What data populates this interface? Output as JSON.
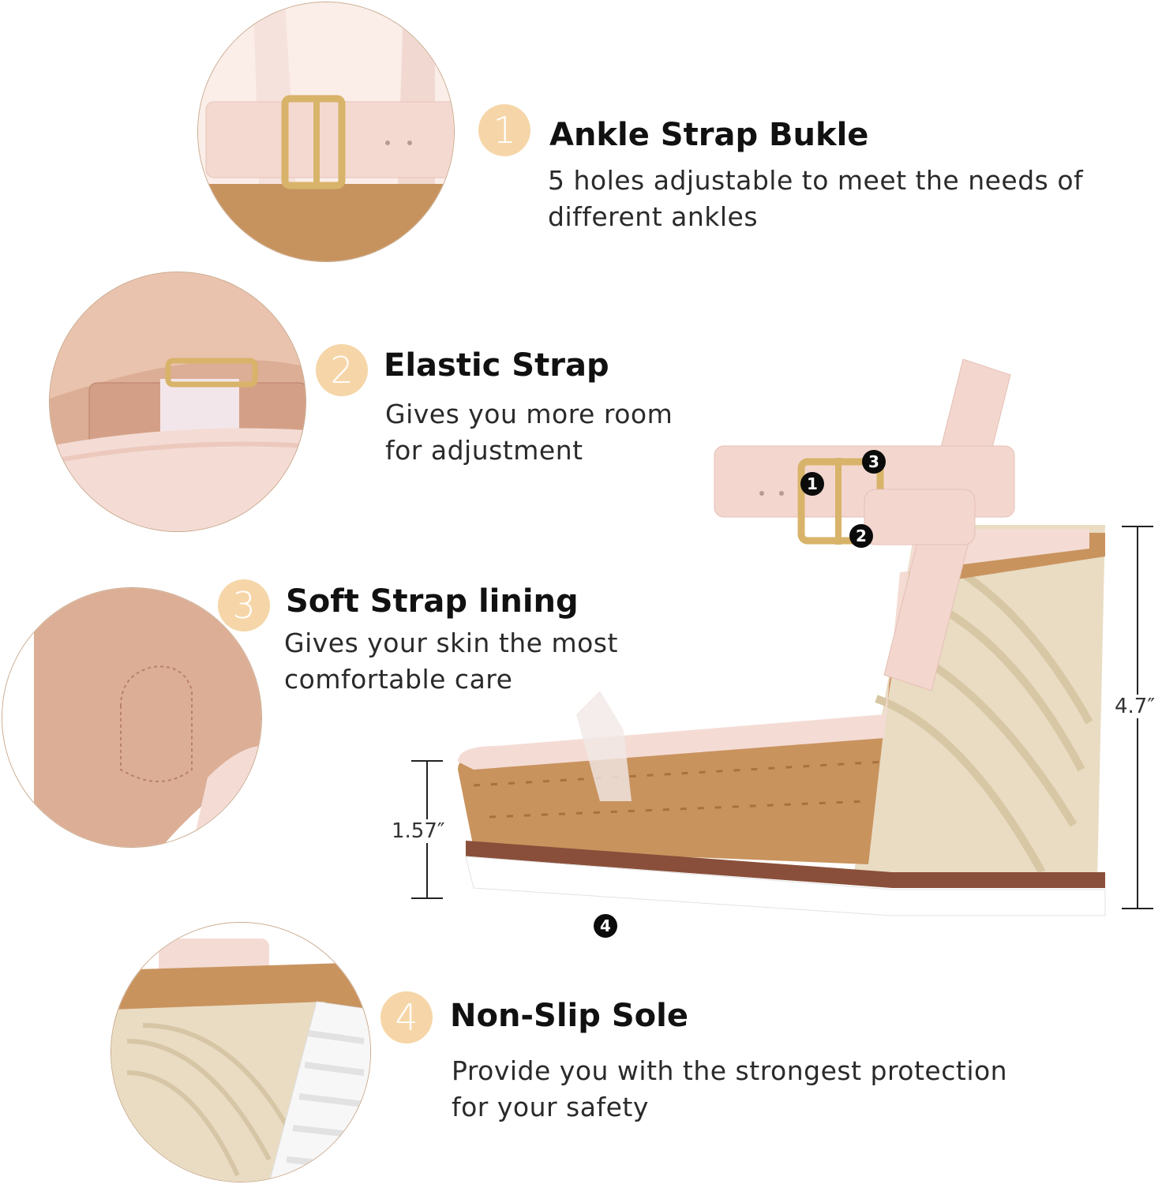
{
  "features": [
    {
      "num": "1",
      "title": "Ankle Strap Bukle",
      "desc_lines": [
        "5 holes adjustable to meet the needs of",
        "different ankles"
      ]
    },
    {
      "num": "2",
      "title": "Elastic Strap",
      "desc_lines": [
        "Gives you more room",
        "for adjustment"
      ]
    },
    {
      "num": "3",
      "title": "Soft Strap lining",
      "desc_lines": [
        "Gives your skin the most",
        "comfortable care"
      ]
    },
    {
      "num": "4",
      "title": "Non-Slip Sole",
      "desc_lines": [
        "Provide you with the strongest protection",
        "for your safety"
      ]
    }
  ],
  "markers": [
    "1",
    "2",
    "3",
    "4"
  ],
  "dimensions": {
    "platform": "1.57″",
    "heel": "4.7″"
  },
  "colors": {
    "badge": "#f6d6a8",
    "strap": "#f3d7cf",
    "cork": "#c9935e",
    "jute": "#e9dcc3",
    "sole": "#ffffff",
    "buckle": "#d8b36a"
  }
}
